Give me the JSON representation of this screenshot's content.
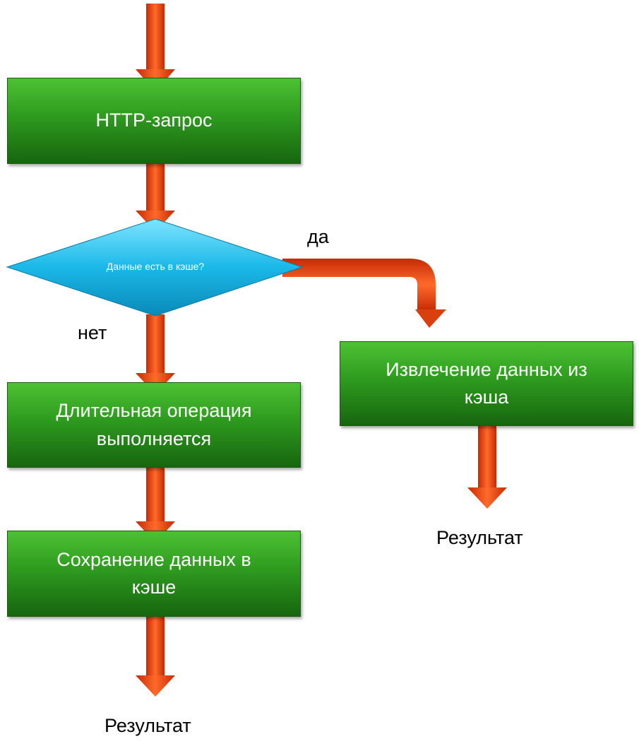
{
  "nodes": {
    "http_request": "HTTP-запрос",
    "cache_check": "Данные есть в кэше?",
    "long_operation": "Длительная операция\nвыполняется",
    "save_to_cache": "Сохранение  данных в\nкэше",
    "fetch_from_cache": "Извлечение данных из\nкэша"
  },
  "edge_labels": {
    "yes": "да",
    "no": "нет"
  },
  "results": {
    "left": "Результат",
    "right": "Результат"
  },
  "colors": {
    "process_box": "#2e9a1f",
    "decision": "#1ab8e8",
    "arrow": "#e8400f"
  }
}
